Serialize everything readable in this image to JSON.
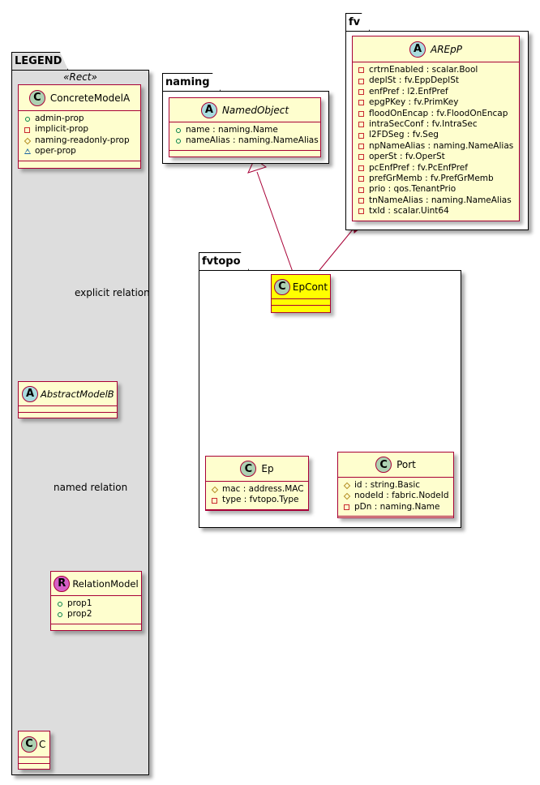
{
  "packages": {
    "legend": {
      "name": "LEGEND",
      "stereotype": "«Rect»"
    },
    "naming": {
      "name": "naming"
    },
    "fv": {
      "name": "fv"
    },
    "fvtopo": {
      "name": "fvtopo"
    }
  },
  "classes": {
    "concrete_model_a": {
      "badge": "C",
      "name": "ConcreteModelA",
      "abstract": false,
      "attrs": [
        {
          "vis": "public",
          "text": "admin-prop"
        },
        {
          "vis": "private",
          "text": "implicit-prop"
        },
        {
          "vis": "protected",
          "text": "naming-readonly-prop"
        },
        {
          "vis": "package",
          "text": "oper-prop"
        }
      ]
    },
    "abstract_model_b": {
      "badge": "A",
      "name": "AbstractModelB",
      "abstract": true
    },
    "relation_model": {
      "badge": "R",
      "name": "RelationModel",
      "attrs": [
        {
          "vis": "public",
          "text": "prop1"
        },
        {
          "vis": "public",
          "text": "prop2"
        }
      ]
    },
    "c": {
      "badge": "C",
      "name": "C"
    },
    "named_object": {
      "badge": "A",
      "name": "NamedObject",
      "abstract": true,
      "attrs": [
        {
          "vis": "public",
          "text": "name : naming.Name"
        },
        {
          "vis": "public",
          "text": "nameAlias : naming.NameAlias"
        }
      ]
    },
    "arepp": {
      "badge": "A",
      "name": "AREpP",
      "abstract": true,
      "attrs": [
        {
          "vis": "private",
          "text": "crtrnEnabled : scalar.Bool"
        },
        {
          "vis": "private",
          "text": "deplSt : fv.EppDeplSt"
        },
        {
          "vis": "private",
          "text": "enfPref : l2.EnfPref"
        },
        {
          "vis": "private",
          "text": "epgPKey : fv.PrimKey"
        },
        {
          "vis": "private",
          "text": "floodOnEncap : fv.FloodOnEncap"
        },
        {
          "vis": "private",
          "text": "intraSecConf : fv.IntraSec"
        },
        {
          "vis": "private",
          "text": "l2FDSeg : fv.Seg"
        },
        {
          "vis": "private",
          "text": "npNameAlias : naming.NameAlias"
        },
        {
          "vis": "private",
          "text": "operSt : fv.OperSt"
        },
        {
          "vis": "private",
          "text": "pcEnfPref : fv.PcEnfPref"
        },
        {
          "vis": "private",
          "text": "prefGrMemb : fv.PrefGrMemb"
        },
        {
          "vis": "private",
          "text": "prio : qos.TenantPrio"
        },
        {
          "vis": "private",
          "text": "tnNameAlias : naming.NameAlias"
        },
        {
          "vis": "private",
          "text": "txId : scalar.Uint64"
        }
      ]
    },
    "epcont": {
      "badge": "C",
      "name": "EpCont",
      "highlight_color": "#ffff00"
    },
    "ep": {
      "badge": "C",
      "name": "Ep",
      "attrs": [
        {
          "vis": "protected",
          "text": "mac : address.MAC"
        },
        {
          "vis": "private",
          "text": "type : fvtopo.Type"
        }
      ]
    },
    "port": {
      "badge": "C",
      "name": "Port",
      "attrs": [
        {
          "vis": "protected",
          "text": "id : string.Basic"
        },
        {
          "vis": "protected",
          "text": "nodeId : fabric.NodeId"
        },
        {
          "vis": "private",
          "text": "pDn : naming.Name"
        }
      ]
    }
  },
  "relations": {
    "explicit_label": "explicit relation",
    "named_label": "named relation"
  },
  "colors": {
    "class_fill": "#fefece",
    "class_border": "#a80036",
    "badge_class": "#add1b2",
    "badge_abstract": "#a9dcdf",
    "badge_relation": "#d55fc7",
    "legend_fill": "#dddddd",
    "highlight": "#ffff00"
  }
}
